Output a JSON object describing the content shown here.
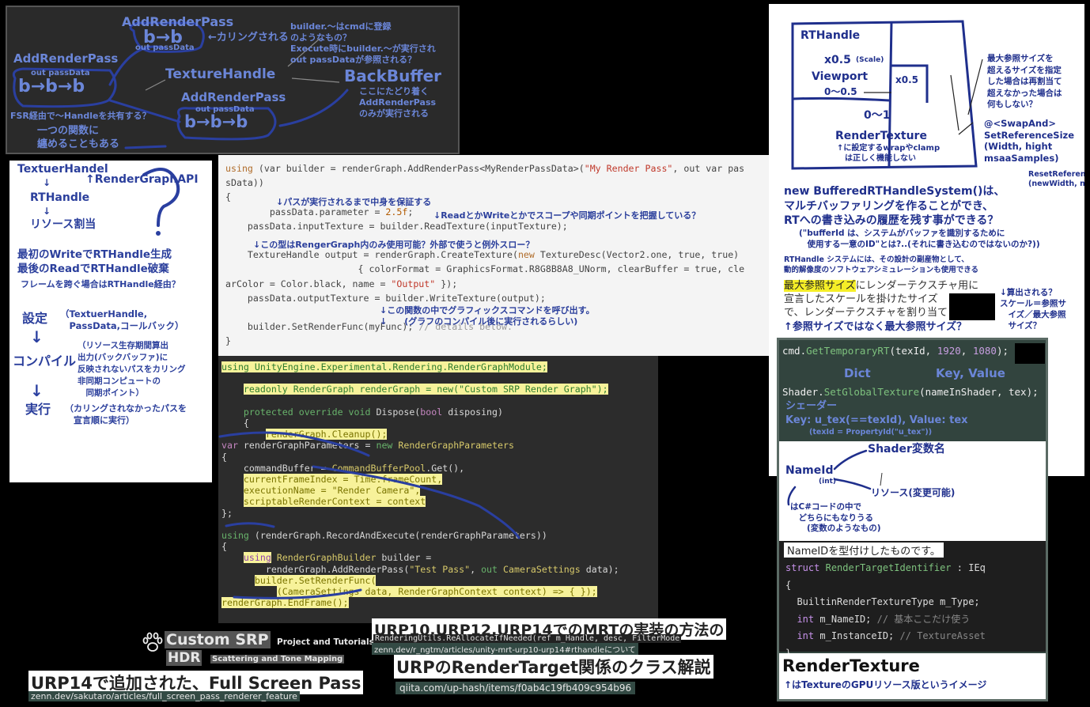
{
  "panel1": {
    "add_render_pass_top": "AddRenderPass",
    "bb_top": "b→b",
    "culling": "←カリングされる",
    "out_passdata_top": "out passData",
    "builder_note": "builder.〜はcmdに登録\nのようなもの？\nExecute時にbuilder.〜が実行され\nout passDataが参照される？",
    "add_render_pass_left": "AddRenderPass",
    "out_passdata_left": "out passData",
    "bbb_left": "b→b→b",
    "texture_handle": "TextureHandle",
    "back_buffer": "BackBuffer",
    "backbuffer_note": "ここにたどり着く\nAddRenderPass\nのみが実行される",
    "add_render_pass_bottom": "AddRenderPass",
    "out_passdata_bottom": "out passData",
    "bbb_bottom": "b→b→b",
    "fsr_note": "FSR経由で〜Handleを共有する？",
    "single_func_note": "一つの関数に\n纏めることもある"
  },
  "panel2": {
    "texture_handle": "TextuerHandel",
    "render_graph_api": "↑RenderGraphAPI",
    "arrow1": "↓",
    "rthandle": "RTHandle",
    "arrow2": "↓",
    "resource_alloc": "リソース割当",
    "first_write": "最初のWriteでRTHandle生成",
    "last_read": "最後のReadでRTHandle破棄",
    "frame_note": "フレームを跨ぐ場合はRTHandle経由？",
    "settings": "設定",
    "settings_note": "（TextuerHandle,\n　PassData,コールバック）",
    "compile": "コンパイル",
    "compile_note": "（リソース生存期間算出\n出力(バックバッファ)に\n反映されないパスをカリング\n非同期コンピュートの\n　同期ポイント）",
    "execute": "実行",
    "execute_note": "（カリングされなかったパスを\n　宣言順に実行）"
  },
  "panel3": {
    "note1": "↓パスが実行されるまで中身を保証する",
    "note2": "↓ReadとかWriteとかでスコープや同期ポイントを把握している？",
    "note3": "↓この型はRengerGraph内のみ使用可能？外部で使うと例外スロー？",
    "note4": "↓この関数の中でグラフィックスコマンドを呼び出す。\n↓　　(グラフのコンパイル後に実行されるらしい)"
  },
  "panel5": {
    "rthandle": "RTHandle",
    "scale_label": "x0.5",
    "scale_small": "(Scale)",
    "viewport": "Viewport",
    "x05": "x0.5",
    "range1": "0〜0.5",
    "range2": "0〜1",
    "render_texture": "RenderTexture",
    "rt_note": "↑に設定するwrapやclamp\n　は正しく機能しない",
    "max_ref_note": "最大参照サイズを\n超えるサイズを指定\nした場合は再割当て\n超えなかった場合は\n何もしない？",
    "swap": "@<SwapAnd>\nSetReferenceSize\n(Width, hight\nmsaaSamples)",
    "reset_ref": "ResetReferen\n(newWidth, n",
    "buffered": "new BufferedRTHandleSystem()は、\nマルチバッファリングを作ることができ、\nRTへの書き込みの履歴を残す事ができる？",
    "buffer_id": "(\"bufferId は、システムがバッファを識別するために\n　使用する一意のID\"とは?..(それに書き込むのではないのか?))",
    "rthandle_system": "RTHandle システムには、その設計の副産物として、\n動的解像度のソフトウェアシミュレーションも使用できる",
    "max_ref_hl": "最大参照サイズ",
    "jp_text1": "にレンダーテクスチャ用に",
    "jp_text2": "宣言したスケールを掛けたサイズ",
    "jp_text3": "で、レンダーテクスチャを割り当て",
    "question": "↑参照サイズではなく最大参照サイズ？",
    "calc_note": "↓算出される？\nスケール＝参照サ\n　イズ／最大参照\n　サイズ？"
  },
  "panel6": {
    "dict": "Dict",
    "key_value": "Key, Value",
    "shader_label": "シェーダー",
    "shader_kv": "Key: u_tex(==texId), Value: tex",
    "shader_kv_sub": "(texId = PropertyId(\"u_tex\"))",
    "shader_var": "Shader変数名",
    "name_id": "NameId",
    "int_label": "(int)",
    "resource": "リソース(変更可能)",
    "csharp_note": "はC#コードの中で\n　どちらにもなりうる\n　　(変数のようなもの)",
    "name_id_typed": "NameIDを型付けしたものです。",
    "comment1": "// 基本ここだけ使う",
    "comment2": "// TextureAsset"
  },
  "titles": {
    "custom_srp": "Custom SRP",
    "custom_srp_sub": "Project and Tutorials",
    "hdr": "HDR",
    "hdr_sub": "Scattering and Tone Mapping",
    "urp14": "URP14で追加された、Full Screen Pass",
    "urp14_url": "zenn.dev/sakutaro/articles/full_screen_pass_renderer_feature",
    "mrt": "URP10,URP12,URP14でのMRTの実装の方法の",
    "mrt_code": "RenderingUtils.ReAllocateIfNeeded(ref m_Handle, desc, FilterMode",
    "mrt_url": "zenn.dev/r_ngtm/articles/unity-mrt-urp10-urp14#rthandleについて",
    "urp_rt": "URPのRenderTarget関係のクラス解説",
    "urp_rt_url": "qiita.com/up-hash/items/f0ab4c19fb409c954b96",
    "render_texture": "RenderTexture",
    "render_texture_note": "↑はTextureのGPUリソース版というイメージ"
  }
}
